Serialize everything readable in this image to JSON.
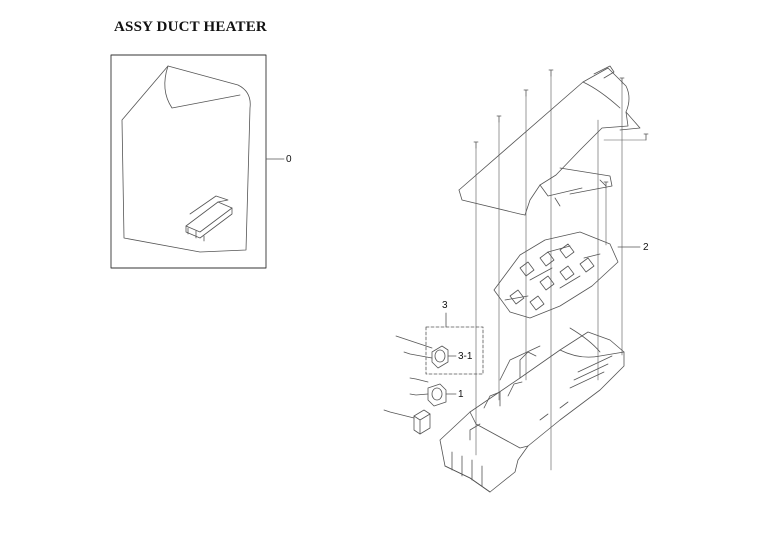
{
  "title": "ASSY DUCT HEATER",
  "callouts": {
    "assy": "0",
    "bracket": "2",
    "thermostat_group": "3",
    "thermostat_sub": "3-1",
    "fuse": "1"
  },
  "colors": {
    "line": "#555555",
    "text": "#111111"
  }
}
